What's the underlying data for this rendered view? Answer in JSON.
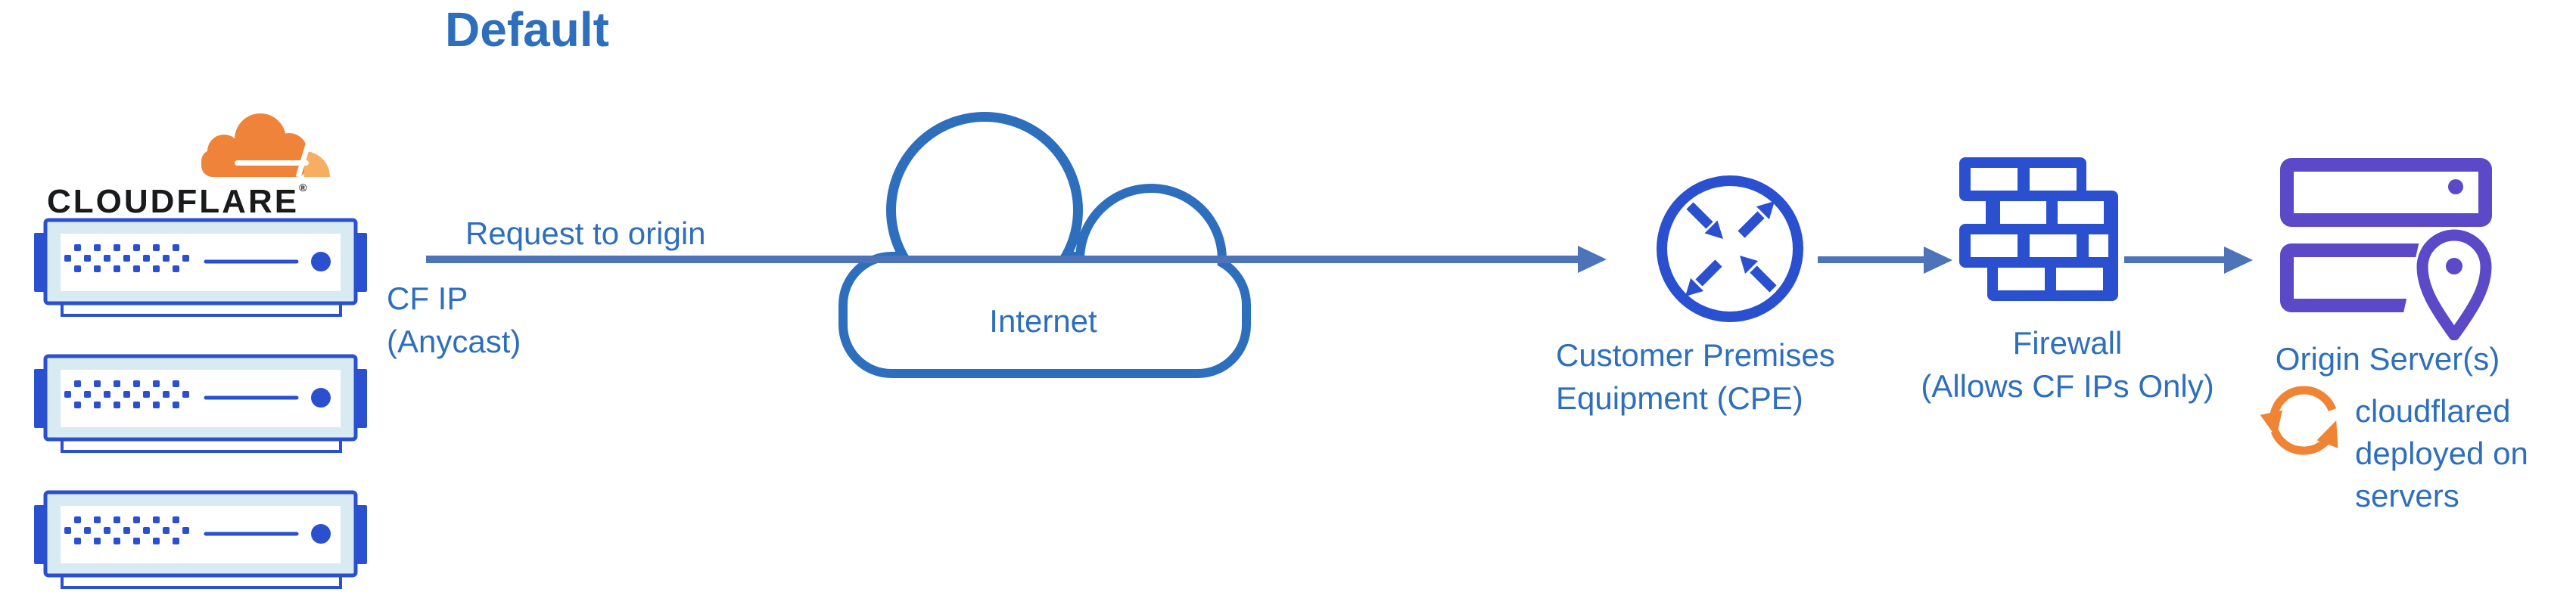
{
  "title": "Default",
  "colors": {
    "label_blue": "#2e6fbd",
    "icon_blue": "#2a50d0",
    "arrow_blue": "#4d74b8",
    "server_fill": "#d8eaf2",
    "origin_purple": "#5b49c7",
    "brand_orange": "#ef8339",
    "brand_orange_light": "#f6ae63",
    "sync_orange": "#ee8434",
    "wordmark_black": "#191a1c"
  },
  "cloudflare_node": {
    "wordmark": "CLOUDFLARE",
    "registered_mark": "®",
    "server_count": 3,
    "icons": [
      "cloudflare-logo",
      "server-icon"
    ]
  },
  "edge_labels": {
    "request": "Request to origin",
    "cf_ip_line1": "CF IP",
    "cf_ip_line2": "(Anycast)"
  },
  "internet": {
    "label": "Internet",
    "icon": "cloud-icon"
  },
  "cpe": {
    "line1": "Customer Premises",
    "line2": "Equipment (CPE)",
    "icon": "router-icon"
  },
  "firewall": {
    "line1": "Firewall",
    "line2": "(Allows CF IPs Only)",
    "icon": "brick-wall-icon"
  },
  "origin": {
    "label": "Origin Server(s)",
    "icon": "origin-servers-location-icon",
    "note_line1": "cloudflared",
    "note_line2": "deployed on",
    "note_line3": "servers",
    "note_icon": "sync-arrows-icon"
  }
}
